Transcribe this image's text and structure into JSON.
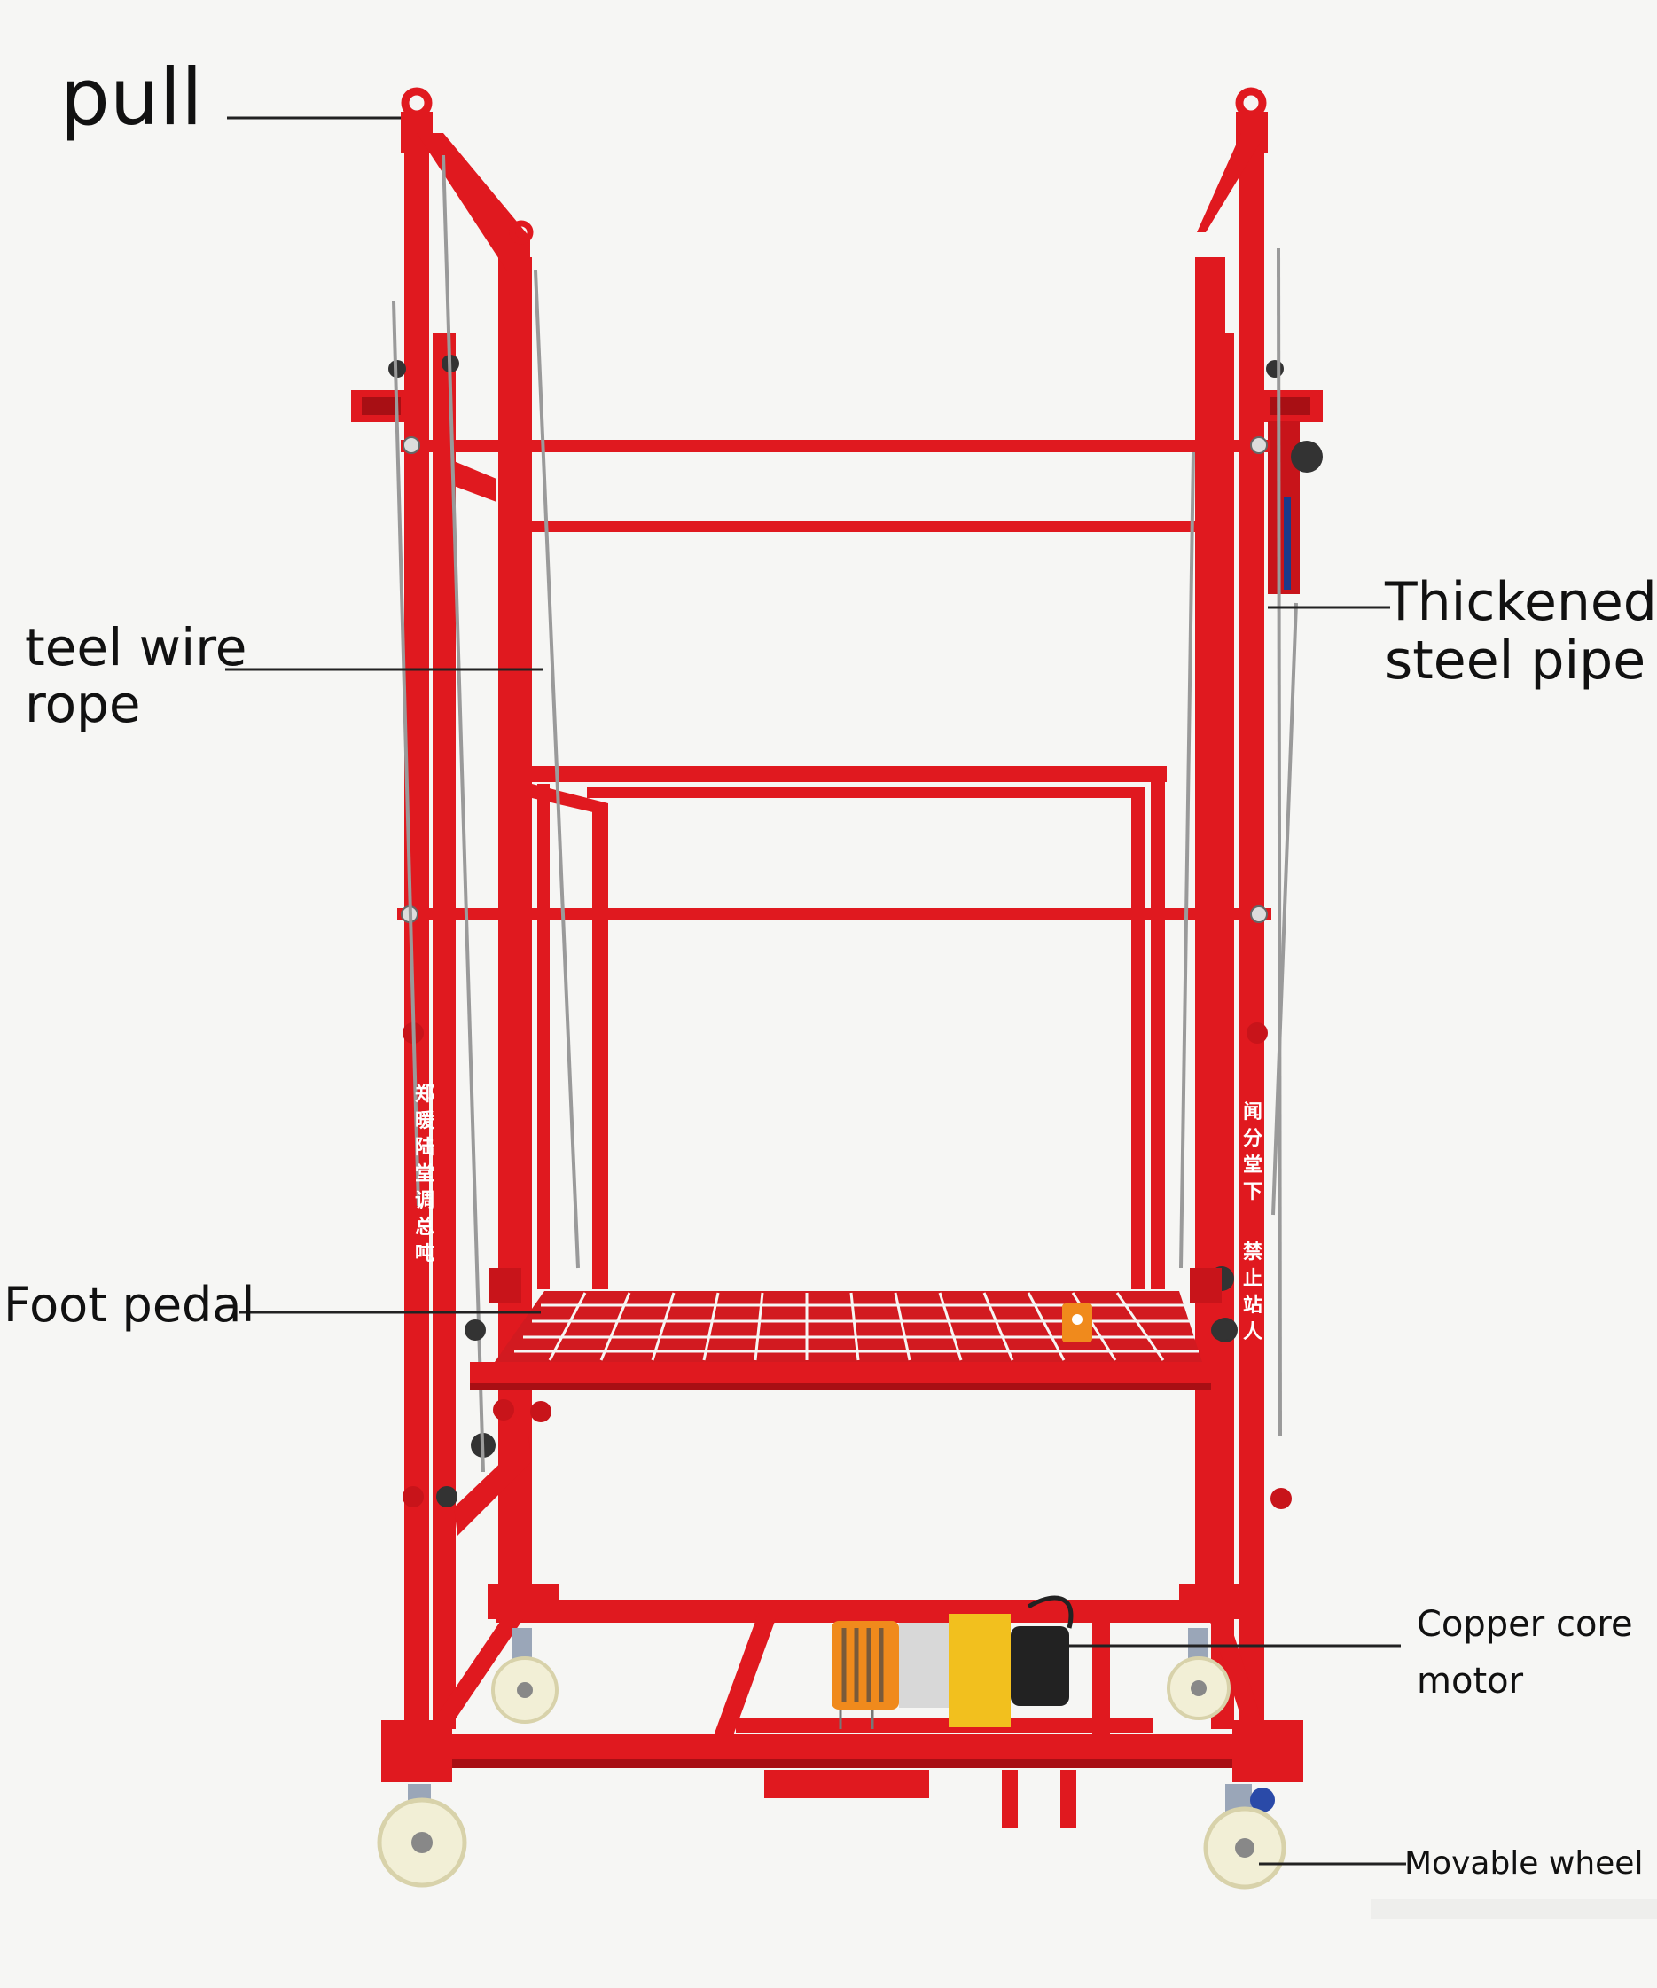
{
  "labels": {
    "pull": "pull",
    "steel_wire_rope": "teel wire\nrope",
    "thickened_steel_pipe": "Thickened\nsteel pipe",
    "foot_pedal": "Foot pedal",
    "copper_core_motor": "Copper core\nmotor",
    "movable_wheel": "Movable wheel"
  },
  "frame_markings": {
    "left_post": "郑\n暖\n陆\n堂\n调\n总\n吨",
    "right_post_upper": "闻\n分\n堂\n下",
    "right_post_lower": "禁\n止\n站\n人"
  },
  "colors": {
    "frame_red": "#e0191f",
    "frame_dark": "#a80f14",
    "background": "#f6f6f4",
    "wire": "#9a9a9a",
    "wheel": "#f2efd6",
    "motor_orange": "#f08a1c",
    "motor_yellow": "#f2c01e",
    "motor_black": "#222222",
    "callout_line": "#222222"
  }
}
